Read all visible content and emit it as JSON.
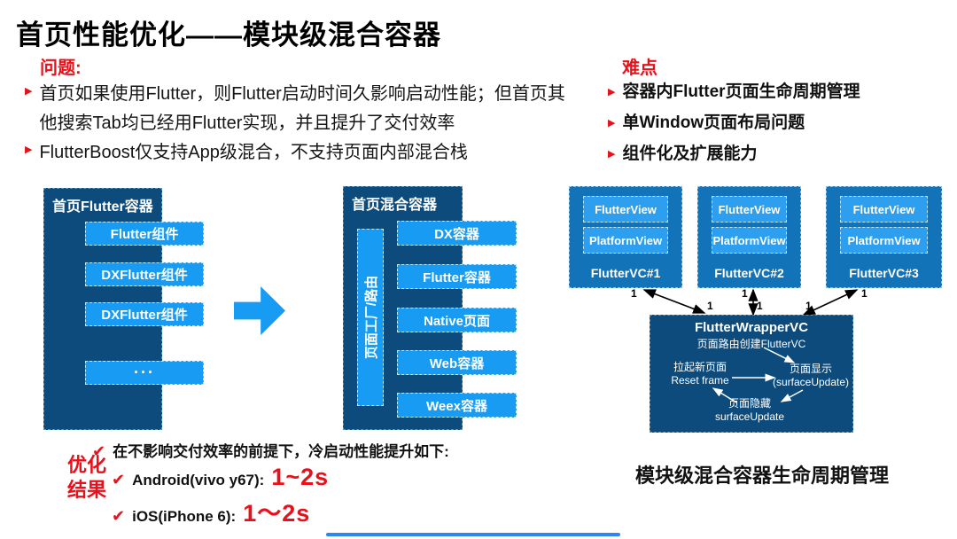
{
  "title": "首页性能优化——模块级混合容器",
  "icons": {
    "bullet": "▶",
    "check": "✔"
  },
  "colors": {
    "red": "#e8101a",
    "navy": "#0c4b7c",
    "bright_blue": "#189bf2",
    "card_blue": "#1373b9",
    "inner_chip_blue": "#2e9eef"
  },
  "problem": {
    "heading": "问题:",
    "bullets": [
      "首页如果使用Flutter，则Flutter启动时间久影响启动性能；但首页其他搜索Tab均已经用Flutter实现，并且提升了交付效率",
      "FlutterBoost仅支持App级混合，不支持页面内部混合栈"
    ]
  },
  "difficulties": {
    "heading": "难点",
    "bullets": [
      "容器内Flutter页面生命周期管理",
      "单Window页面布局问题",
      "组件化及扩展能力"
    ]
  },
  "flutter_container": {
    "title": "首页Flutter容器",
    "components": [
      "Flutter组件",
      "DXFlutter组件",
      "DXFlutter组件",
      "···"
    ]
  },
  "hybrid_container": {
    "title": "首页混合容器",
    "router": "页面工厂/路由",
    "containers": [
      "DX容器",
      "Flutter容器",
      "Native页面",
      "Web容器",
      "Weex容器"
    ]
  },
  "lifecycle": {
    "vcs": [
      {
        "view": "FlutterView",
        "platform": "PlatformView",
        "label": "FlutterVC#1"
      },
      {
        "view": "FlutterView",
        "platform": "PlatformView",
        "label": "FlutterVC#2"
      },
      {
        "view": "FlutterView",
        "platform": "PlatformView",
        "label": "FlutterVC#3"
      }
    ],
    "multiplicity": "1",
    "wrapper": {
      "title": "FlutterWrapperVC",
      "route_create": "页面路由创建FlutterVC",
      "pull_new": "拉起新页面",
      "reset_frame": "Reset frame",
      "page_show": "页面显示",
      "surface_update_paren": "(surfaceUpdate)",
      "page_hide": "页面隐藏",
      "surface_update": "surfaceUpdate"
    },
    "caption": "模块级混合容器生命周期管理"
  },
  "results": {
    "heading": [
      "优化",
      "结果"
    ],
    "intro": "在不影响交付效率的前提下，冷启动性能提升如下:",
    "items": [
      {
        "label": "Android(vivo y67):",
        "value": "1~2s"
      },
      {
        "label": "iOS(iPhone 6):",
        "value": "1～2s"
      }
    ]
  }
}
